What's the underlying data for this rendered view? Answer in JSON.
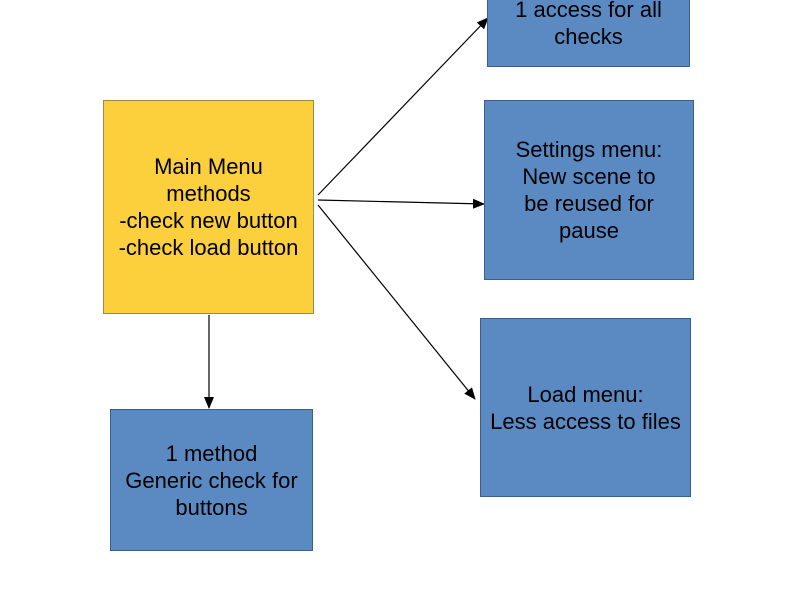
{
  "nodes": {
    "main_menu": {
      "text": "Main Menu\nmethods\n-check new button\n-check load button",
      "color": "#fcd03c"
    },
    "top_right": {
      "text": "1 access for all\nchecks",
      "color": "#5b8ac3"
    },
    "settings": {
      "text": "Settings menu:\nNew scene to\n be reused for\npause",
      "color": "#5b8ac3"
    },
    "load": {
      "text": "Load menu:\nLess access to files",
      "color": "#5b8ac3"
    },
    "generic": {
      "text": "1 method\nGeneric check for\nbuttons",
      "color": "#5b8ac3"
    }
  },
  "edges": [
    {
      "from": "main_menu",
      "to": "top_right"
    },
    {
      "from": "main_menu",
      "to": "settings"
    },
    {
      "from": "main_menu",
      "to": "load"
    },
    {
      "from": "main_menu",
      "to": "generic"
    }
  ]
}
